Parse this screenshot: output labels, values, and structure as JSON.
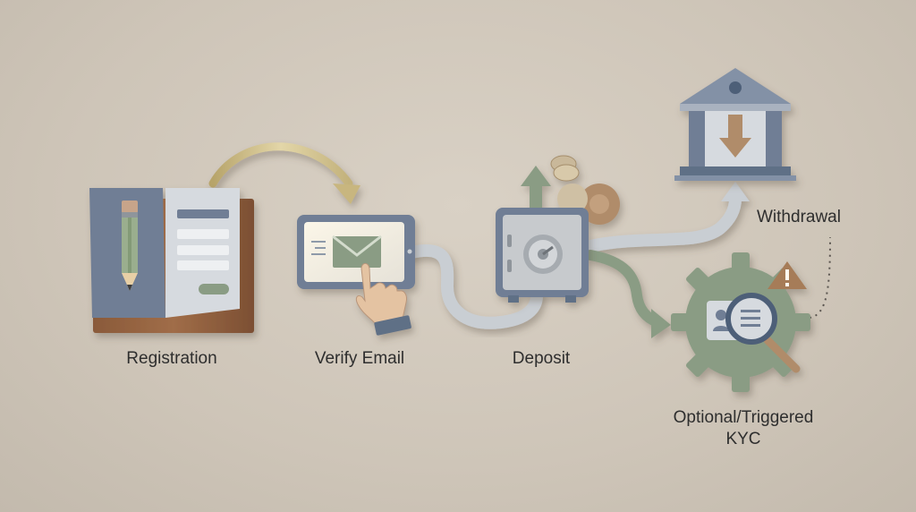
{
  "steps": [
    {
      "id": "registration",
      "label": "Registration"
    },
    {
      "id": "verify-email",
      "label": "Verify Email"
    },
    {
      "id": "deposit",
      "label": "Deposit"
    },
    {
      "id": "withdrawal",
      "label": "Withdrawal"
    },
    {
      "id": "kyc",
      "label_line1": "Optional/Triggered",
      "label_line2": "KYC"
    }
  ],
  "colors": {
    "background": "#cfc6b9",
    "slate_blue": "#6f7e95",
    "sage_green": "#8a9c84",
    "tan": "#b08c6a",
    "gold_arrow": "#c9b98a",
    "light_gray": "#c9ced3",
    "alert_orange": "#a67c58"
  }
}
